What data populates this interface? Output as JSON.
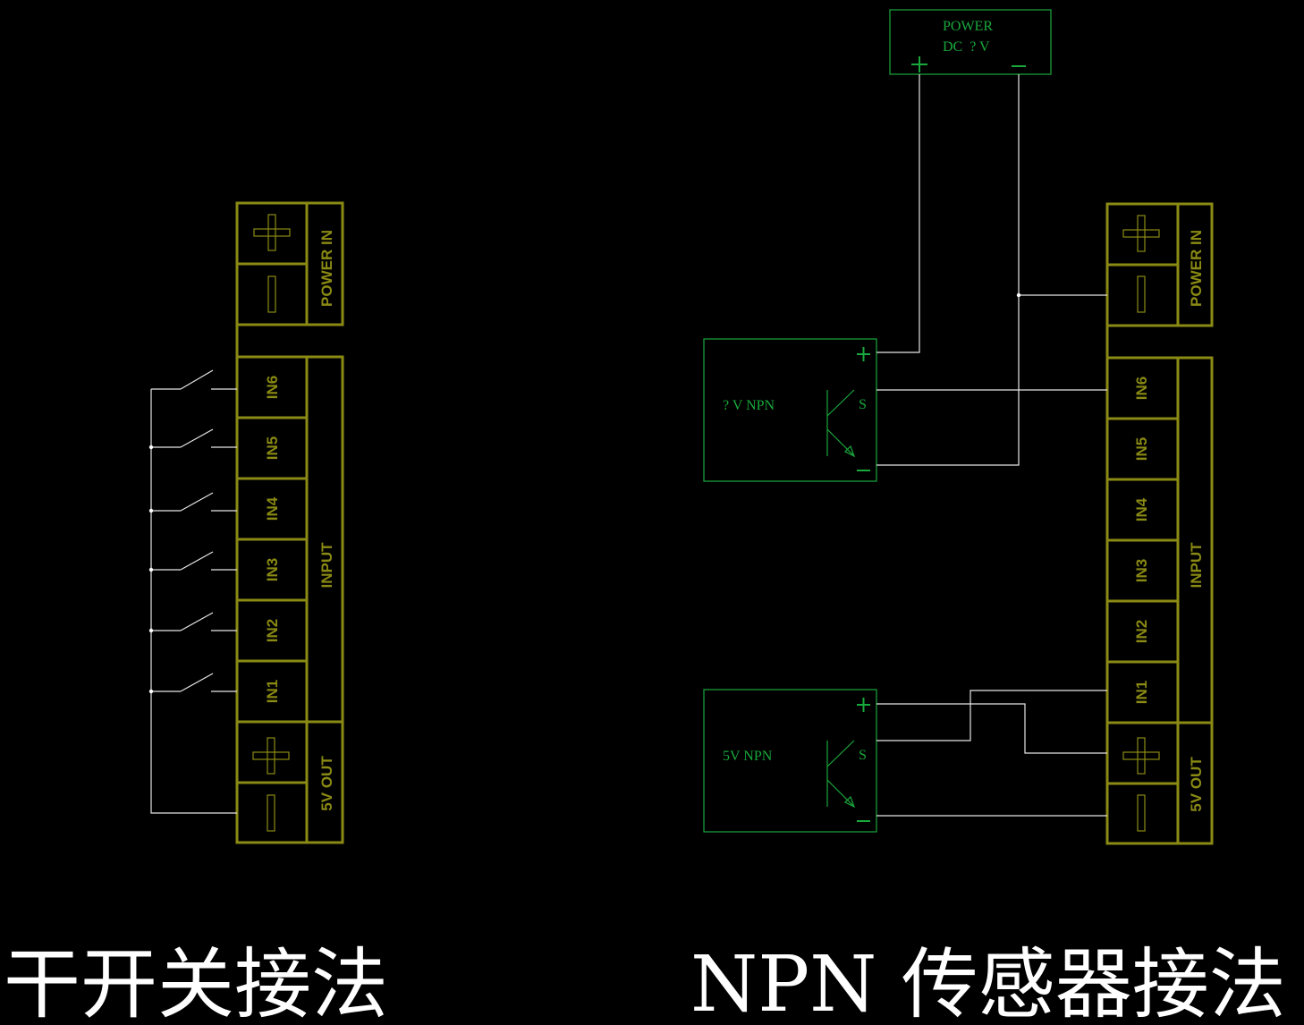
{
  "left_block": {
    "power_label": "POWER IN",
    "input_label": "INPUT",
    "out_label": "5V OUT",
    "inputs": [
      "IN6",
      "IN5",
      "IN4",
      "IN3",
      "IN2",
      "IN1"
    ]
  },
  "right_block": {
    "power_label": "POWER IN",
    "input_label": "INPUT",
    "out_label": "5V OUT",
    "inputs": [
      "IN6",
      "IN5",
      "IN4",
      "IN3",
      "IN2",
      "IN1"
    ]
  },
  "power_supply": {
    "line1": "POWER",
    "line2": "DC  ? V"
  },
  "sensor_top": {
    "label": "? V NPN",
    "pin_s": "S"
  },
  "sensor_bottom": {
    "label": "5V NPN",
    "pin_s": "S"
  },
  "captions": {
    "left": "干开关接法",
    "right": "NPN 传感器接法"
  },
  "colors": {
    "terminal": "#8a8a14",
    "sensor": "#19a83c",
    "wire": "#e6e6e6",
    "background": "#000000"
  }
}
